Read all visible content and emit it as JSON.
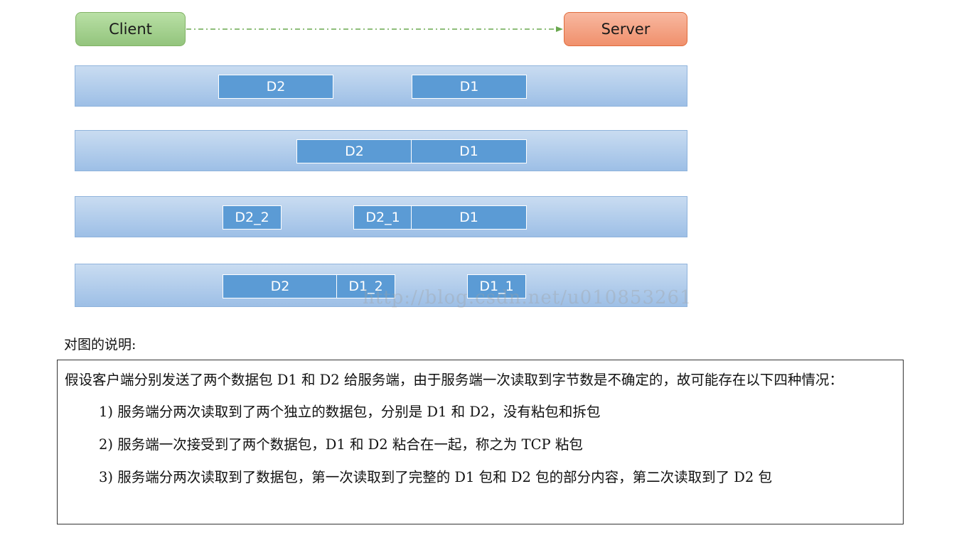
{
  "nodes": {
    "client": "Client",
    "server": "Server"
  },
  "lanes": [
    {
      "packets": [
        "D2",
        "D1"
      ]
    },
    {
      "packets": [
        "D2",
        "D1"
      ]
    },
    {
      "packets": [
        "D2_2",
        "D2_1",
        "D1"
      ]
    },
    {
      "packets": [
        "D2",
        "D1_2",
        "D1_1"
      ]
    }
  ],
  "watermark": "http://blog.csdn.net/u010853261",
  "caption": "对图的说明:",
  "explanation": {
    "intro": "假设客户端分别发送了两个数据包 D1 和 D2 给服务端，由于服务端一次读取到字节数是不确定的，故可能存在以下四种情况：",
    "items": [
      "1)  服务端分两次读取到了两个独立的数据包，分别是 D1 和 D2，没有粘包和拆包",
      "2)  服务端一次接受到了两个数据包，D1 和 D2 粘合在一起，称之为 TCP 粘包",
      "3)  服务端分两次读取到了数据包，第一次读取到了完整的 D1 包和 D2 包的部分内容，第二次读取到了 D2 包"
    ]
  },
  "colors": {
    "client_fill": "#93c47d",
    "server_fill": "#f0906c",
    "lane_fill": "#9dbfe6",
    "packet_fill": "#5b9bd5",
    "connector": "#6aa84f"
  }
}
